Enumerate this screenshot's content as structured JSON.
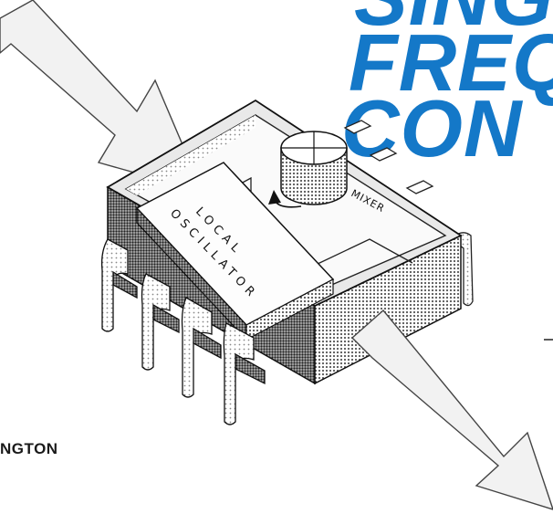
{
  "headline": {
    "line1": "SINGL",
    "line2": "FREQ",
    "line3": "CON"
  },
  "byline": "NGTON",
  "chip": {
    "oscillator_line1": "LOCAL",
    "oscillator_line2": "OSCILLATOR",
    "mixer_label": "MIXER"
  },
  "colors": {
    "headline": "#1478c8",
    "arrow_fill": "#f2f2f2",
    "chip_dark": "#2a2a2a"
  }
}
